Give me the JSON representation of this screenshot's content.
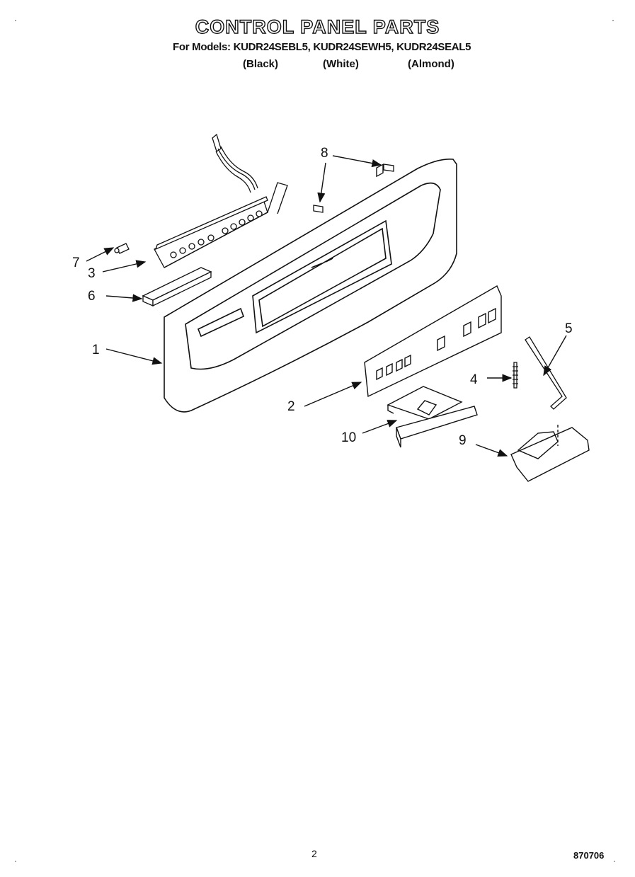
{
  "title": "CONTROL PANEL PARTS",
  "models_line": "For Models: KUDR24SEBL5, KUDR24SEWH5, KUDR24SEAL5",
  "model_colors": [
    "(Black)",
    "(White)",
    "(Almond)"
  ],
  "callouts": [
    "1",
    "2",
    "3",
    "4",
    "5",
    "6",
    "7",
    "8",
    "9",
    "10"
  ],
  "page_number": "2",
  "document_number": "870706",
  "corner_marks": {
    "top_left": "·",
    "top_right": "·",
    "bottom_left": "·",
    "bottom_right": "·"
  }
}
